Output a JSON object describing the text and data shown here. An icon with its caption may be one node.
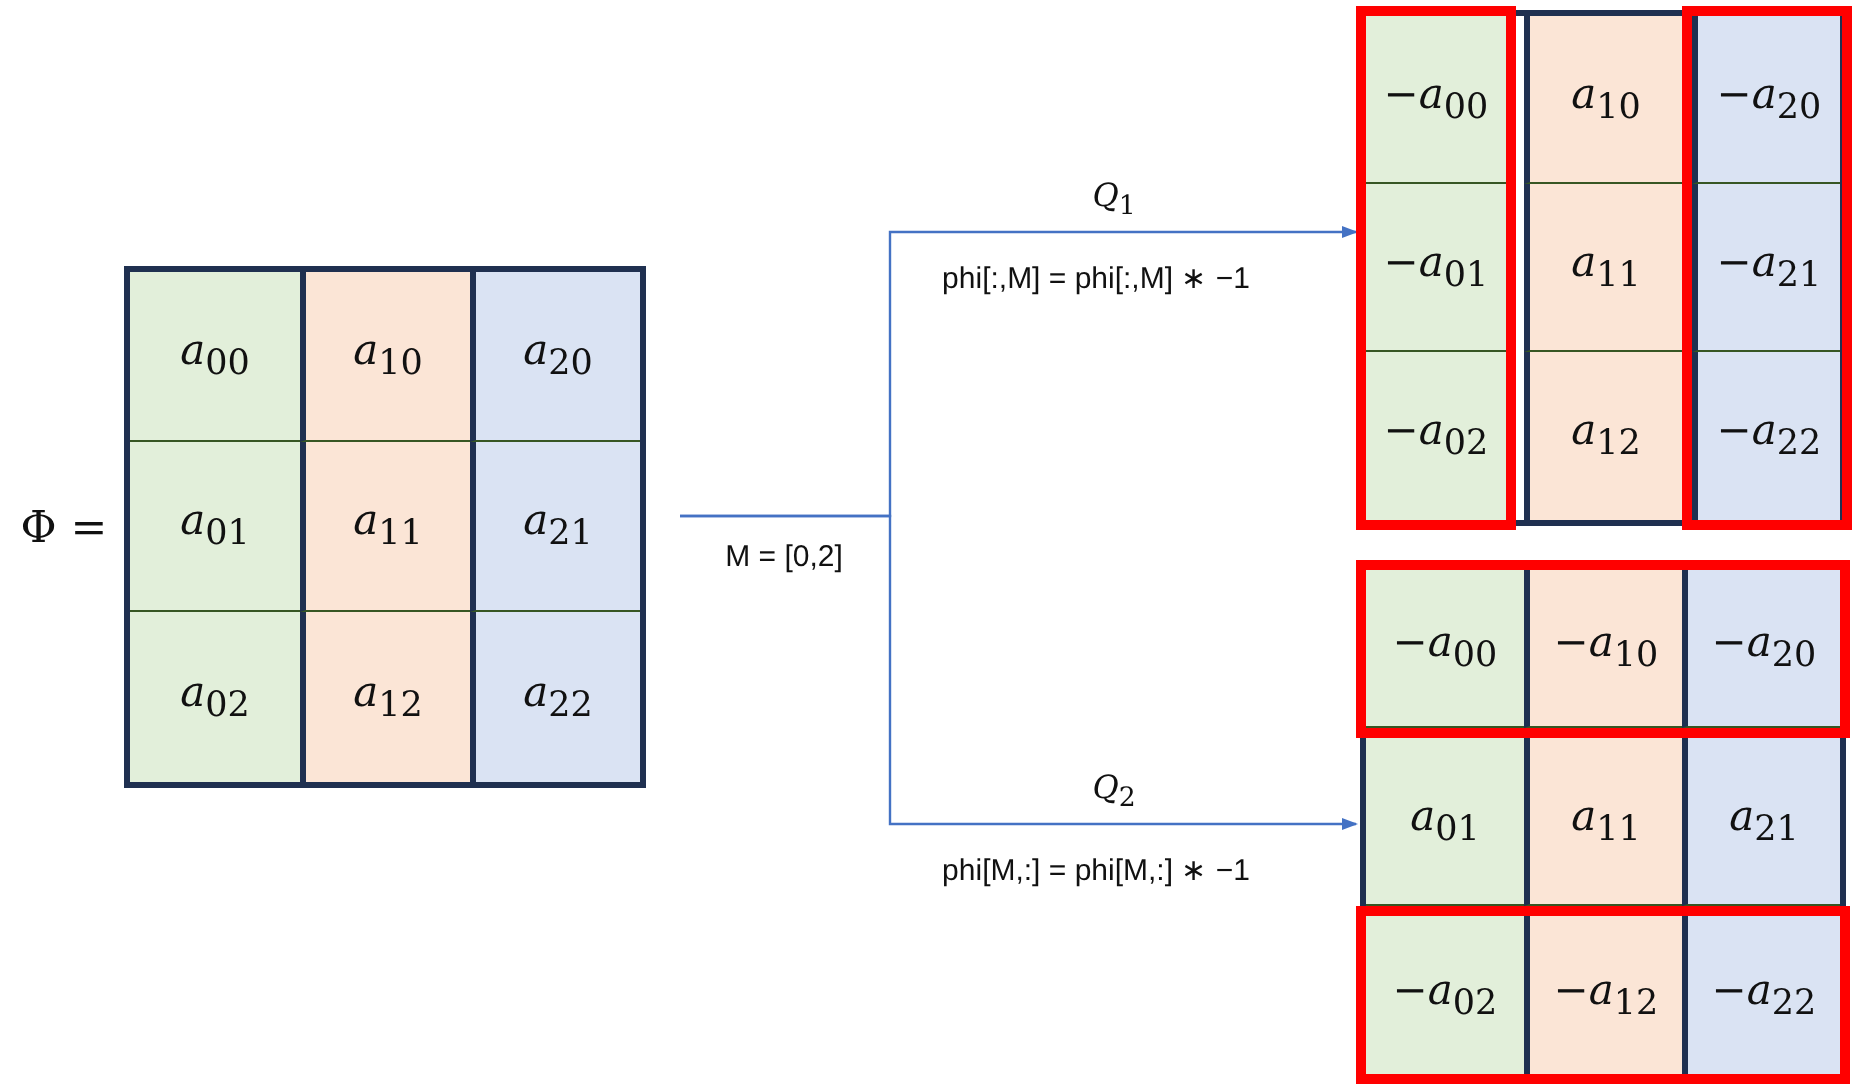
{
  "diagram": {
    "nodes": [
      {
        "text": [],
        "shape": "box"
      },
      {
        "text": [
          "*a*$_{00}$"
        ],
        "in": 0
      },
      {
        "text": [
          "*a*$_{10}$"
        ],
        "in": 0
      },
      {
        "text": [
          "*a*$_{20}$"
        ],
        "in": 0
      },
      {
        "text": [
          "*a*$_{01}$"
        ],
        "in": 0
      },
      {
        "text": [
          "*a*$_{11}$"
        ],
        "in": 0
      },
      {
        "text": [
          "*a*$_{21}$"
        ],
        "in": 0
      },
      {
        "text": [
          "*a*$_{02}$"
        ],
        "in": 0
      },
      {
        "text": [
          "*a*$_{12}$"
        ],
        "in": 0
      },
      {
        "text": [
          "*a*$_{22}$"
        ],
        "in": 0
      },
      {
        "text": [],
        "shape": "box"
      },
      {
        "text": [],
        "shape": "box",
        "in": 10
      },
      {
        "text": [
          "−*a*$_{00}$"
        ],
        "in": 11
      },
      {
        "text": [
          "−*a*$_{01}$"
        ],
        "in": 11
      },
      {
        "text": [
          "−*a*$_{02}$"
        ],
        "in": 11
      },
      {
        "text": [
          "*a*$_{10}$"
        ],
        "in": 10
      },
      {
        "text": [
          "*a*$_{11}$"
        ],
        "in": 10
      },
      {
        "text": [
          "*a*$_{12}$"
        ],
        "in": 10
      },
      {
        "text": [],
        "shape": "box",
        "in": 10
      },
      {
        "text": [
          "−*a*$_{20}$"
        ],
        "in": 18
      },
      {
        "text": [
          "−*a*$_{21}$"
        ],
        "in": 18
      },
      {
        "text": [
          "−*a*$_{22}$"
        ],
        "in": 18
      },
      {
        "text": [],
        "shape": "box"
      },
      {
        "text": [],
        "shape": "box",
        "in": 22
      },
      {
        "text": [
          "−*a*$_{00}$"
        ],
        "in": 23
      },
      {
        "text": [
          "−*a*$_{10}$"
        ],
        "in": 23
      },
      {
        "text": [
          "−*a*$_{20}$"
        ],
        "in": 23
      },
      {
        "text": [
          "*a*$_{01}$"
        ],
        "in": 22
      },
      {
        "text": [
          "*a*$_{11}$"
        ],
        "in": 22
      },
      {
        "text": [
          "*a*$_{21}$"
        ],
        "in": 22
      },
      {
        "text": [],
        "shape": "box",
        "in": 22
      },
      {
        "text": [
          "−*a*$_{02}$"
        ],
        "in": 30
      },
      {
        "text": [
          "−*a*$_{12}$"
        ],
        "in": 30
      },
      {
        "text": [
          "−*a*$_{22}$"
        ],
        "in": 30
      }
    ],
    "edges": [
      {
        "from": null,
        "to": 10,
        "arrow": "to",
        "label": "*Q*$_{1}$"
      },
      {
        "from": null,
        "to": 22,
        "arrow": "to",
        "label": "*Q*$_{2}$"
      }
    ],
    "labels": [
      "Φ =",
      "M = [0,2]",
      "phi[:,M] = phi[:,M] ∗ −1",
      "phi[M,:] = phi[M,:] ∗ −1"
    ]
  }
}
